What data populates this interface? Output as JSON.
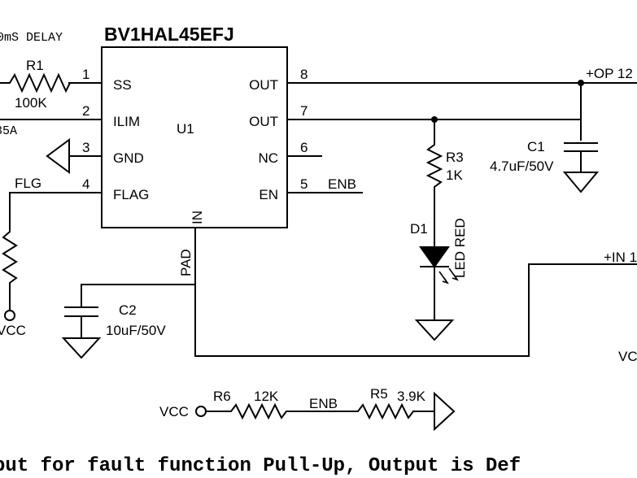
{
  "ic": {
    "part_number": "BV1HAL45EFJ",
    "ref": "U1",
    "left_pins": [
      {
        "num": "1",
        "name": "SS"
      },
      {
        "num": "2",
        "name": "ILIM"
      },
      {
        "num": "3",
        "name": "GND"
      },
      {
        "num": "4",
        "name": "FLAG"
      }
    ],
    "right_pins": [
      {
        "num": "8",
        "name": "OUT"
      },
      {
        "num": "7",
        "name": "OUT"
      },
      {
        "num": "6",
        "name": "NC"
      },
      {
        "num": "5",
        "name": "EN"
      }
    ],
    "in_pin": "IN",
    "pad_pin": "PAD"
  },
  "components": {
    "r1": {
      "ref": "R1",
      "value": "100K"
    },
    "r3": {
      "ref": "R3",
      "value": "1K"
    },
    "r5": {
      "ref": "R5",
      "value": "3.9K"
    },
    "r6": {
      "ref": "R6",
      "value": "12K"
    },
    "c1": {
      "ref": "C1",
      "value": "4.7uF/50V"
    },
    "c2": {
      "ref": "C2",
      "value": "10uF/50V"
    },
    "d1": {
      "ref": "D1",
      "value": "LED RED"
    }
  },
  "nets": {
    "delay_note": "0mS DELAY",
    "ilim_value": "35A",
    "enb": "ENB",
    "enb_divider": "ENB",
    "flg": "FLG",
    "op": "+OP 12",
    "in": "+IN 1",
    "vcc_left": "VCC",
    "vcc_divider": "VCC",
    "vcc_right": "VC"
  },
  "footer_note": "put for fault function Pull-Up, Output is Def"
}
